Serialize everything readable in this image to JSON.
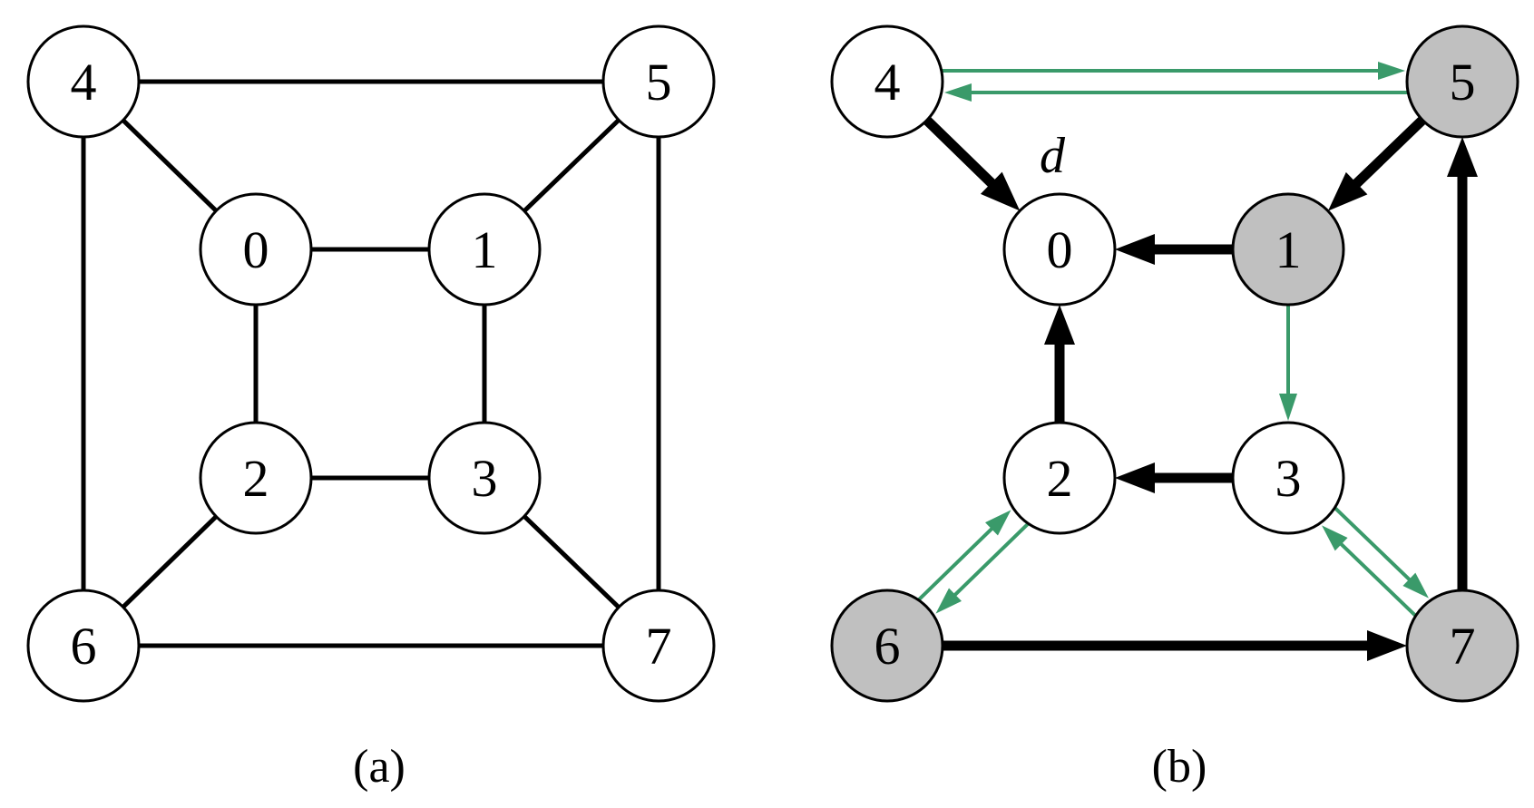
{
  "figure_a": {
    "caption": "(a)",
    "nodes": [
      {
        "id": "0",
        "label": "0"
      },
      {
        "id": "1",
        "label": "1"
      },
      {
        "id": "2",
        "label": "2"
      },
      {
        "id": "3",
        "label": "3"
      },
      {
        "id": "4",
        "label": "4"
      },
      {
        "id": "5",
        "label": "5"
      },
      {
        "id": "6",
        "label": "6"
      },
      {
        "id": "7",
        "label": "7"
      }
    ],
    "edges": [
      [
        "0",
        "1"
      ],
      [
        "0",
        "2"
      ],
      [
        "1",
        "3"
      ],
      [
        "2",
        "3"
      ],
      [
        "4",
        "5"
      ],
      [
        "4",
        "6"
      ],
      [
        "5",
        "7"
      ],
      [
        "6",
        "7"
      ],
      [
        "4",
        "0"
      ],
      [
        "5",
        "1"
      ],
      [
        "6",
        "2"
      ],
      [
        "7",
        "3"
      ]
    ]
  },
  "figure_b": {
    "caption": "(b)",
    "destination_label": "d",
    "highlighted_nodes": [
      "1",
      "5",
      "6",
      "7"
    ],
    "nodes": [
      {
        "id": "0",
        "label": "0"
      },
      {
        "id": "1",
        "label": "1"
      },
      {
        "id": "2",
        "label": "2"
      },
      {
        "id": "3",
        "label": "3"
      },
      {
        "id": "4",
        "label": "4"
      },
      {
        "id": "5",
        "label": "5"
      },
      {
        "id": "6",
        "label": "6"
      },
      {
        "id": "7",
        "label": "7"
      }
    ],
    "black_arcs": [
      [
        "4",
        "0"
      ],
      [
        "1",
        "0"
      ],
      [
        "2",
        "0"
      ],
      [
        "5",
        "1"
      ],
      [
        "3",
        "2"
      ],
      [
        "6",
        "7"
      ],
      [
        "7",
        "5"
      ]
    ],
    "green_arcs": [
      [
        "4",
        "5"
      ],
      [
        "5",
        "4"
      ],
      [
        "1",
        "3"
      ],
      [
        "6",
        "2"
      ],
      [
        "2",
        "6"
      ],
      [
        "3",
        "7"
      ],
      [
        "7",
        "3"
      ]
    ]
  },
  "colors": {
    "edge": "#000000",
    "node_fill": "#ffffff",
    "node_highlight_fill": "#c0c0c0",
    "green_arc": "#3a9a6a"
  }
}
